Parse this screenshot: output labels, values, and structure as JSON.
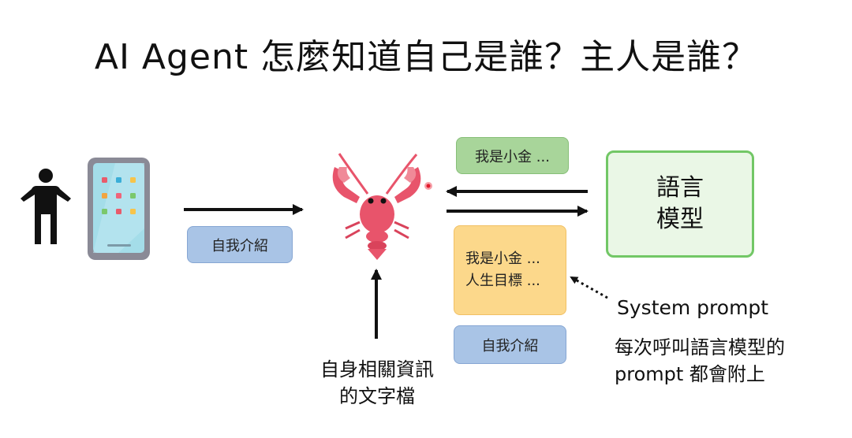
{
  "title": "AI Agent 怎麼知道自己是誰？主人是誰？",
  "boxes": {
    "intro_left": "自我介紹",
    "reply_green": "我是小金 ...",
    "system_line1": "我是小金 ...",
    "system_line2": "人生目標 ...",
    "intro_right": "自我介紹"
  },
  "language_model": {
    "line1": "語言",
    "line2": "模型"
  },
  "captions": {
    "info_file_line1": "自身相關資訊",
    "info_file_line2": "的文字檔",
    "system_prompt": "System prompt",
    "note_line1": "每次呼叫語言模型的",
    "note_line2": "prompt 都會附上"
  },
  "colors": {
    "blue_box": "#a9c4e6",
    "green_box": "#a8d59a",
    "yellow_box": "#fcd88b",
    "lm_border": "#72c766",
    "lobster": "#e8546b"
  },
  "icons": [
    "person-icon",
    "phone-icon",
    "lobster-icon"
  ]
}
